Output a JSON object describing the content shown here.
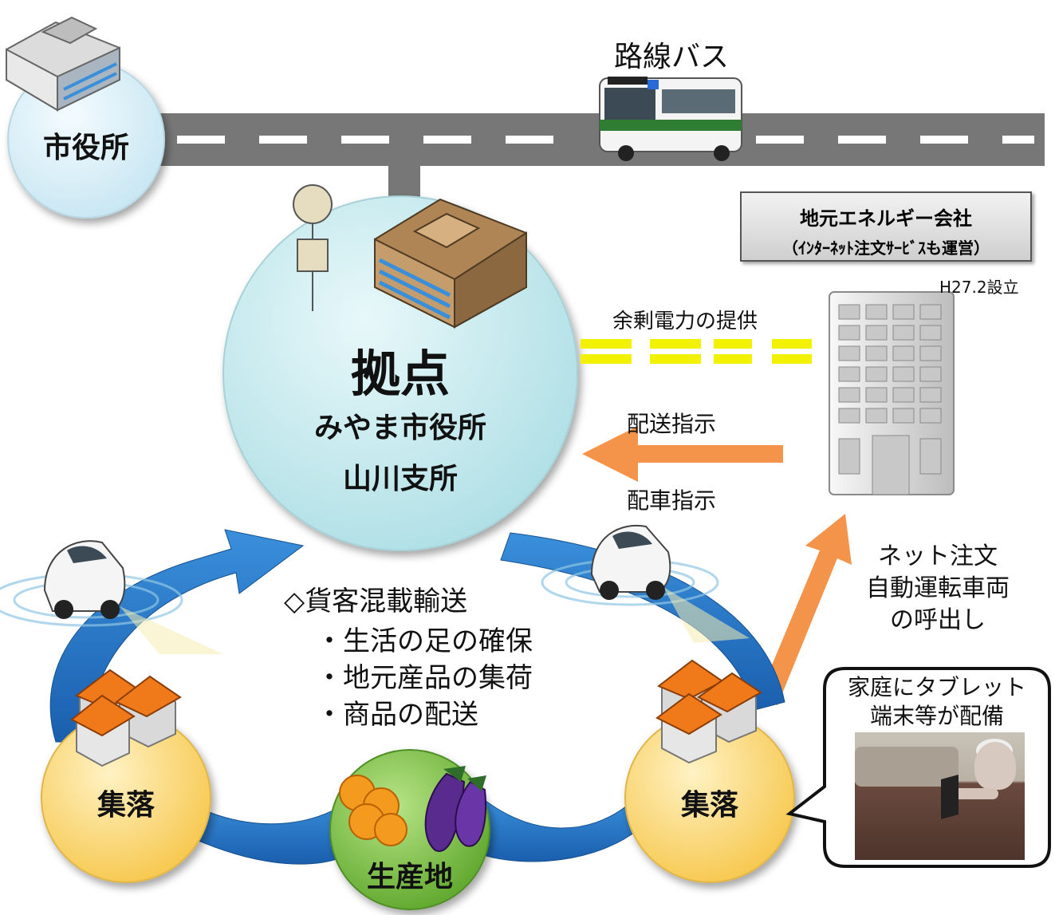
{
  "bus_route_label": "路線バス",
  "city_hall_label": "市役所",
  "hub": {
    "title": "拠点",
    "name_line1": "みやま市役所",
    "name_line2": "山川支所"
  },
  "energy_company": {
    "line1": "地元エネルギー会社",
    "line2": "（ｲﾝﾀｰﾈｯﾄ注文ｻｰﾋﾞｽも運営）",
    "established": "H27.2設立"
  },
  "surplus_power_label": "余剰電力の提供",
  "delivery_instruction_label": "配送指示",
  "dispatch_instruction_label": "配車指示",
  "net_order": {
    "line1": "ネット注文",
    "line2": "自動運転車両",
    "line3": "の呼出し"
  },
  "services": {
    "heading": "◇貨客混載輸送",
    "items": [
      "・生活の足の確保",
      "・地元産品の集荷",
      "・商品の配送"
    ]
  },
  "village_left_label": "集落",
  "village_right_label": "集落",
  "production_label": "生産地",
  "tablet_bubble": {
    "line1": "家庭にタブレット",
    "line2": "端末等が配備"
  },
  "colors": {
    "road": "#777777",
    "loop_blue": "#1f6fbf",
    "arrow_orange": "#f4934a",
    "power_yellow": "#f2f200",
    "hub_fill": "#c7ecef",
    "village_fill": "#fbd978",
    "production_fill": "#7cc24a",
    "roof_orange": "#f07a1a"
  }
}
